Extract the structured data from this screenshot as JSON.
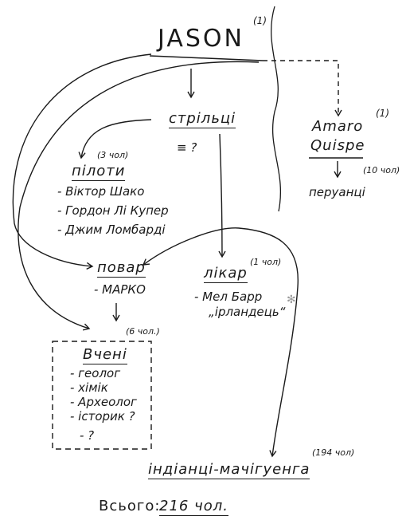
{
  "leader": {
    "name": "JASON",
    "count": "(1)"
  },
  "shooters": {
    "title": "стрільці",
    "note": "≡ ?"
  },
  "pilots": {
    "title": "пілоти",
    "count": "(3 чол)",
    "members": [
      "- Віктор Шако",
      "- Гордон Лі Купер",
      "- Джим Ломбарді"
    ]
  },
  "amaro": {
    "line1": "Amaro",
    "line2": "Quispe",
    "count": "(1)",
    "group_count": "(10 чол)",
    "group": "перуанці"
  },
  "cook": {
    "title": "повар",
    "members": [
      "- МАРКО"
    ]
  },
  "doctor": {
    "title": "лікар",
    "count": "(1 чол)",
    "members": [
      "- Мел Барр",
      "„ірландець“"
    ]
  },
  "scientists": {
    "title": "Вчені",
    "count": "(6 чол.)",
    "members": [
      "- геолог",
      "- хімік",
      "- Археолог",
      "- історик ?",
      "- ?"
    ]
  },
  "indians": {
    "title": "індіанці-мачігуенга",
    "count": "(194 чол)"
  },
  "total": {
    "label": "Всього:",
    "value": "216 чол."
  }
}
